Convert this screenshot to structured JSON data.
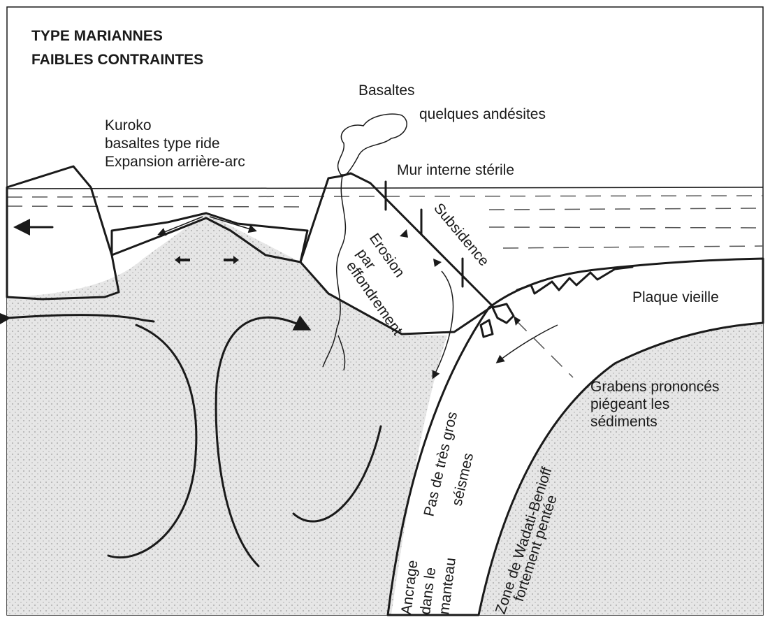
{
  "title": {
    "line1": "TYPE MARIANNES",
    "line2": "FAIBLES CONTRAINTES"
  },
  "labels": {
    "basaltes": "Basaltes",
    "quelques_andesites": "quelques andésites",
    "kuroko": "Kuroko",
    "basaltes_type_ride": "basaltes type ride",
    "expansion": "Expansion arrière-arc",
    "mur_interne": "Mur interne stérile",
    "subsidence": "Subsidence",
    "erosion": "Erosion",
    "par": "par",
    "effondrement": "effondrement",
    "plaque_vieille": "Plaque vieille",
    "grabens_1": "Grabens prononcés",
    "grabens_2": "piégeant les",
    "grabens_3": "sédiments",
    "seismes_1": "Pas de très gros",
    "seismes_2": "séismes",
    "ancrage_1": "Ancrage",
    "ancrage_2": "dans le",
    "ancrage_3": "manteau",
    "wadati_1": "Zone de Wadati-Benioff",
    "wadati_2": "fortement pentée"
  },
  "colors": {
    "ink": "#1a1a1a",
    "mantle_fill": "#e3e3e3",
    "paper": "#ffffff"
  },
  "icons": [
    "arrow-head-icon",
    "volcanic-plume-icon"
  ]
}
